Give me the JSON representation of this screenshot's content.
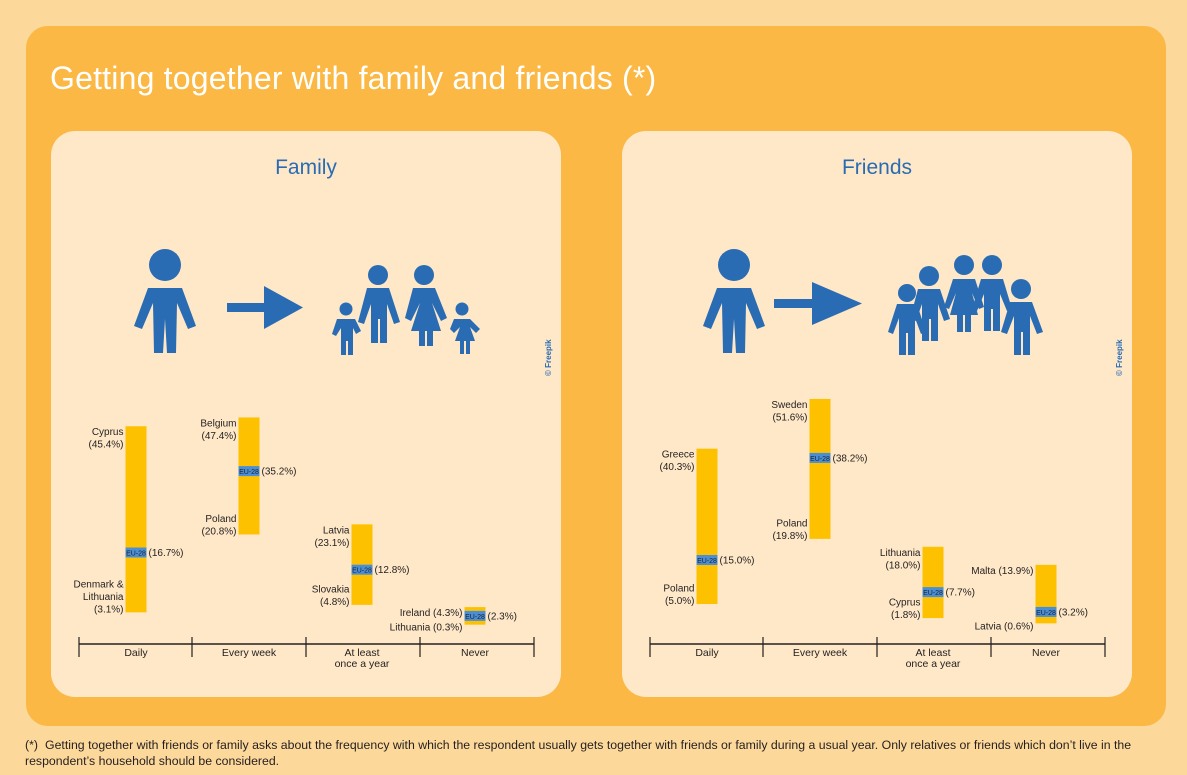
{
  "title": "Getting together with family and friends (*)",
  "footnote": {
    "mark": "(*)",
    "text": "Getting together with friends or family asks about the frequency with which the respondent usually gets together with friends or family during a usual year. Only relatives or friends which don’t live in the respondent’s household should be considered."
  },
  "panels": {
    "family": {
      "title": "Family",
      "credit": "© Freepik"
    },
    "friends": {
      "title": "Friends",
      "credit": "© Freepik"
    }
  },
  "colors": {
    "bar": "#fdc100",
    "eu_marker": "#4a8fd6",
    "icon": "#2a6cb4",
    "background": "#fbb844",
    "panel": "#fee8c8"
  },
  "chart_data": [
    {
      "type": "bar",
      "chart_kind": "range (min–max) bars with EU-28 marker",
      "panel": "Family",
      "categories": [
        "Daily",
        "Every week",
        "At least once a year",
        "Never"
      ],
      "category_labels": [
        [
          "Daily"
        ],
        [
          "Every week"
        ],
        [
          "At least",
          "once a year"
        ],
        [
          "Never"
        ]
      ],
      "eu_label": "EU-28",
      "series": [
        {
          "category": "Daily",
          "high": 45.4,
          "high_label": [
            "Cyprus",
            "(45.4%)"
          ],
          "low": 3.1,
          "low_label": [
            "Denmark &",
            "Lithuania",
            "(3.1%)"
          ],
          "eu": 16.7,
          "eu_label": "(16.7%)"
        },
        {
          "category": "Every week",
          "high": 47.4,
          "high_label": [
            "Belgium",
            "(47.4%)"
          ],
          "low": 20.8,
          "low_label": [
            "Poland",
            "(20.8%)"
          ],
          "eu": 35.2,
          "eu_label": "(35.2%)"
        },
        {
          "category": "At least once a year",
          "high": 23.1,
          "high_label": [
            "Latvia",
            "(23.1%)"
          ],
          "low": 4.8,
          "low_label": [
            "Slovakia",
            "(4.8%)"
          ],
          "eu": 12.8,
          "eu_label": "(12.8%)"
        },
        {
          "category": "Never",
          "high": 4.3,
          "high_label": [
            "Ireland (4.3%)"
          ],
          "low": 0.3,
          "low_label": [
            "Lithuania (0.3%)"
          ],
          "eu": 2.3,
          "eu_label": "(2.3%)"
        }
      ]
    },
    {
      "type": "bar",
      "chart_kind": "range (min–max) bars with EU-28 marker",
      "panel": "Friends",
      "categories": [
        "Daily",
        "Every week",
        "At least once a year",
        "Never"
      ],
      "category_labels": [
        [
          "Daily"
        ],
        [
          "Every week"
        ],
        [
          "At least",
          "once a year"
        ],
        [
          "Never"
        ]
      ],
      "eu_label": "EU-28",
      "series": [
        {
          "category": "Daily",
          "high": 40.3,
          "high_label": [
            "Greece",
            "(40.3%)"
          ],
          "low": 5.0,
          "low_label": [
            "Poland",
            "(5.0%)"
          ],
          "eu": 15.0,
          "eu_label": "(15.0%)"
        },
        {
          "category": "Every week",
          "high": 51.6,
          "high_label": [
            "Sweden",
            "(51.6%)"
          ],
          "low": 19.8,
          "low_label": [
            "Poland",
            "(19.8%)"
          ],
          "eu": 38.2,
          "eu_label": "(38.2%)"
        },
        {
          "category": "At least once a year",
          "high": 18.0,
          "high_label": [
            "Lithuania",
            "(18.0%)"
          ],
          "low": 1.8,
          "low_label": [
            "Cyprus",
            "(1.8%)"
          ],
          "eu": 7.7,
          "eu_label": "(7.7%)"
        },
        {
          "category": "Never",
          "high": 13.9,
          "high_label": [
            "Malta (13.9%)"
          ],
          "low": 0.6,
          "low_label": [
            "Latvia (0.6%)"
          ],
          "eu": 3.2,
          "eu_label": "(3.2%)"
        }
      ]
    }
  ]
}
